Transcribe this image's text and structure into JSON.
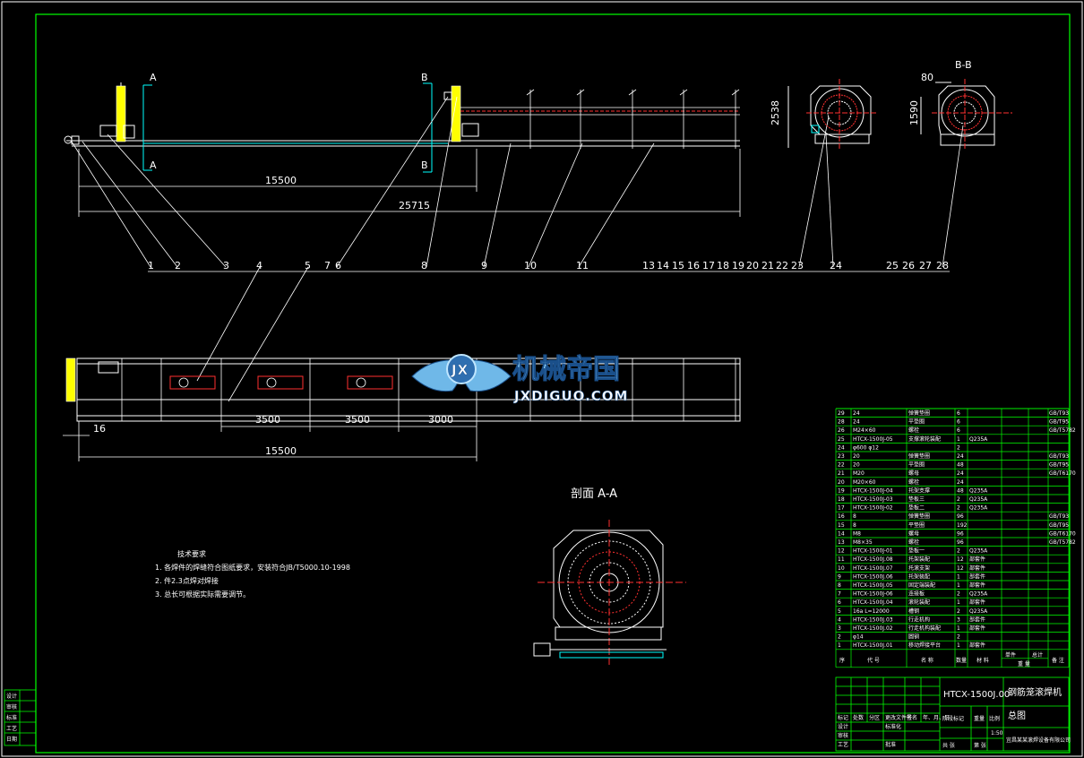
{
  "dimensions": {
    "top_length_1": "15500",
    "top_length_2": "25715",
    "plan_seg_1": "3500",
    "plan_seg_2": "3500",
    "plan_seg_3": "3000",
    "plan_offset": "16",
    "plan_length": "15500",
    "side_height_1": "2538",
    "side_height_2": "1590",
    "side_width_2": "80"
  },
  "section_labels": {
    "a_top": "A",
    "a_bottom": "A",
    "b_top": "B",
    "b_bottom": "B",
    "bb_view": "B-B",
    "section_aa": "剖面 A-A"
  },
  "balloons_left": [
    "1",
    "2",
    "3",
    "4",
    "5",
    "7",
    "6",
    "8",
    "9",
    "10",
    "11"
  ],
  "balloons_right": [
    "13",
    "14",
    "15",
    "16",
    "17",
    "18",
    "19",
    "20",
    "21",
    "22",
    "23",
    "24",
    "25",
    "26",
    "27",
    "28"
  ],
  "watermark": {
    "cn": "机械帝国",
    "en": "JXDIGUO.COM",
    "logo_letters": "JX"
  },
  "notes": {
    "heading": "技术要求",
    "line1": "1. 各焊件的焊缝符合图纸要求，安装符合JB/T5000.10-1998",
    "line2": "2. 件2.3点焊对焊接",
    "line3": "3. 总长可根据实际需要调节。"
  },
  "bom": {
    "rows": [
      {
        "no": "29",
        "code": "24",
        "name": "弹簧垫圈",
        "qty": "6",
        "mat": "",
        "note": "GB/T93"
      },
      {
        "no": "28",
        "code": "24",
        "name": "平垫圈",
        "qty": "6",
        "mat": "",
        "note": "GB/T95"
      },
      {
        "no": "26",
        "code": "M24×60",
        "name": "螺栓",
        "qty": "6",
        "mat": "",
        "note": "GB/T5782"
      },
      {
        "no": "25",
        "code": "HTCX-1500J-05",
        "name": "支撑滚轮装配",
        "qty": "1",
        "mat": "Q235A",
        "note": ""
      },
      {
        "no": "24",
        "code": "φ600 φ12",
        "name": "",
        "qty": "2",
        "mat": "",
        "note": ""
      },
      {
        "no": "23",
        "code": "20",
        "name": "弹簧垫圈",
        "qty": "24",
        "mat": "",
        "note": "GB/T93"
      },
      {
        "no": "22",
        "code": "20",
        "name": "平垫圈",
        "qty": "48",
        "mat": "",
        "note": "GB/T95"
      },
      {
        "no": "21",
        "code": "M20",
        "name": "螺母",
        "qty": "24",
        "mat": "",
        "note": "GB/T6170"
      },
      {
        "no": "20",
        "code": "M20×60",
        "name": "螺栓",
        "qty": "24",
        "mat": "",
        "note": ""
      },
      {
        "no": "19",
        "code": "HTCX-1500J-04",
        "name": "托架支撑",
        "qty": "48",
        "mat": "Q235A",
        "note": ""
      },
      {
        "no": "18",
        "code": "HTCX-1500J-03",
        "name": "垫板三",
        "qty": "2",
        "mat": "Q235A",
        "note": ""
      },
      {
        "no": "17",
        "code": "HTCX-1500J-02",
        "name": "垫板二",
        "qty": "2",
        "mat": "Q235A",
        "note": ""
      },
      {
        "no": "16",
        "code": "8",
        "name": "弹簧垫圈",
        "qty": "96",
        "mat": "",
        "note": "GB/T93"
      },
      {
        "no": "15",
        "code": "8",
        "name": "平垫圈",
        "qty": "192",
        "mat": "",
        "note": "GB/T95"
      },
      {
        "no": "14",
        "code": "M8",
        "name": "螺母",
        "qty": "96",
        "mat": "",
        "note": "GB/T6170"
      },
      {
        "no": "13",
        "code": "M8×35",
        "name": "螺栓",
        "qty": "96",
        "mat": "",
        "note": "GB/T5782"
      },
      {
        "no": "12",
        "code": "HTCX-1500J-01",
        "name": "垫板一",
        "qty": "2",
        "mat": "Q235A",
        "note": ""
      },
      {
        "no": "11",
        "code": "HTCX-1500J.08",
        "name": "托架装配",
        "qty": "12",
        "mat": "部套件",
        "note": ""
      },
      {
        "no": "10",
        "code": "HTCX-1500J.07",
        "name": "托滚支架",
        "qty": "12",
        "mat": "部套件",
        "note": ""
      },
      {
        "no": "9",
        "code": "HTCX-1500J.06",
        "name": "托架装配",
        "qty": "1",
        "mat": "部套件",
        "note": ""
      },
      {
        "no": "8",
        "code": "HTCX-1500J.05",
        "name": "固定端装配",
        "qty": "1",
        "mat": "部套件",
        "note": ""
      },
      {
        "no": "7",
        "code": "HTCX-1500J-06",
        "name": "连接板",
        "qty": "2",
        "mat": "Q235A",
        "note": ""
      },
      {
        "no": "6",
        "code": "HTCX-1500J.04",
        "name": "滚轮装配",
        "qty": "1",
        "mat": "部套件",
        "note": ""
      },
      {
        "no": "5",
        "code": "16a L=12000",
        "name": "槽钢",
        "qty": "2",
        "mat": "Q235A",
        "note": ""
      },
      {
        "no": "4",
        "code": "HTCX-1500J.03",
        "name": "行走机构",
        "qty": "3",
        "mat": "部套件",
        "note": ""
      },
      {
        "no": "3",
        "code": "HTCX-1500J.02",
        "name": "行走机构装配",
        "qty": "1",
        "mat": "部套件",
        "note": ""
      },
      {
        "no": "2",
        "code": "φ14",
        "name": "圆钢",
        "qty": "2",
        "mat": "",
        "note": ""
      },
      {
        "no": "1",
        "code": "HTCX-1500J.01",
        "name": "移动焊接平台",
        "qty": "1",
        "mat": "部套件",
        "note": ""
      }
    ],
    "header": {
      "no": "序",
      "code": "代 号",
      "name": "名 称",
      "qty": "数量",
      "mat": "材 料",
      "weight_single": "单件",
      "weight_total": "总计",
      "weight": "重 量",
      "note": "备 注"
    }
  },
  "title_block": {
    "drawing_no": "HTCX-1500J.00",
    "name": "钢筋笼滚焊机",
    "type": "总图",
    "company": "宜昌某某滚焊设备有限公司",
    "scale": "1:50",
    "labels": [
      "标记",
      "处数",
      "分区",
      "更改文件号",
      "签名",
      "年、月、日",
      "设计",
      "标准化",
      "审核",
      "工艺",
      "批准",
      "阶段标记",
      "重量",
      "比例",
      "共 张",
      "第 张"
    ]
  },
  "side_table": [
    "设计",
    "审核",
    "标准",
    "工艺",
    "日期"
  ]
}
